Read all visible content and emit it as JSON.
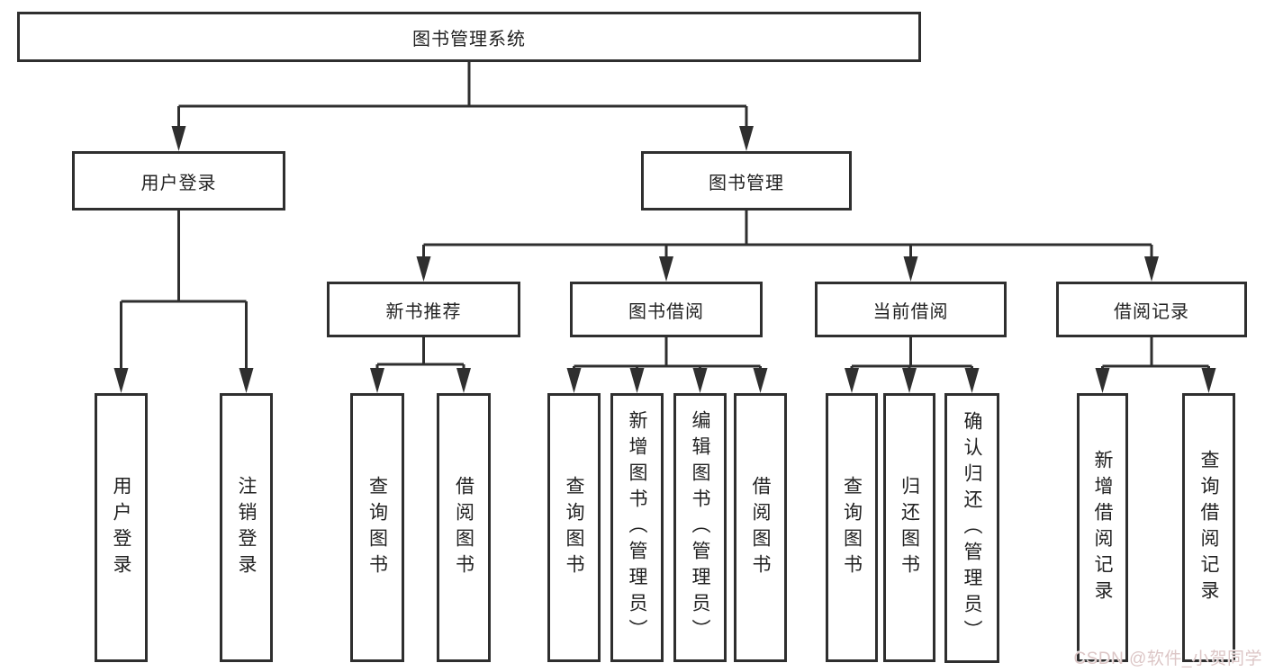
{
  "diagram": {
    "colors": {
      "line": "#2f2f2f",
      "watermark": "#dcc6c6"
    },
    "root": {
      "label": "图书管理系统"
    },
    "level2": {
      "user_login": {
        "label": "用户登录"
      },
      "book_mgmt": {
        "label": "图书管理"
      }
    },
    "level3": {
      "new_books": {
        "label": "新书推荐"
      },
      "borrow": {
        "label": "图书借阅"
      },
      "current": {
        "label": "当前借阅"
      },
      "history": {
        "label": "借阅记录"
      }
    },
    "leaves": {
      "user_login_leaf": "用户登录",
      "logout": "注销登录",
      "nb_query": "查询图书",
      "nb_borrow": "借阅图书",
      "bb_query": "查询图书",
      "bb_add": "新增图书（管理员）",
      "bb_edit": "编辑图书（管理员）",
      "bb_borrow": "借阅图书",
      "cb_query": "查询图书",
      "cb_return": "归还图书",
      "cb_confirm": "确认归还（管理员）",
      "hist_add": "新增借阅记录",
      "hist_query": "查询借阅记录"
    }
  },
  "watermark": {
    "text": "CSDN @软件_小贺同学"
  }
}
